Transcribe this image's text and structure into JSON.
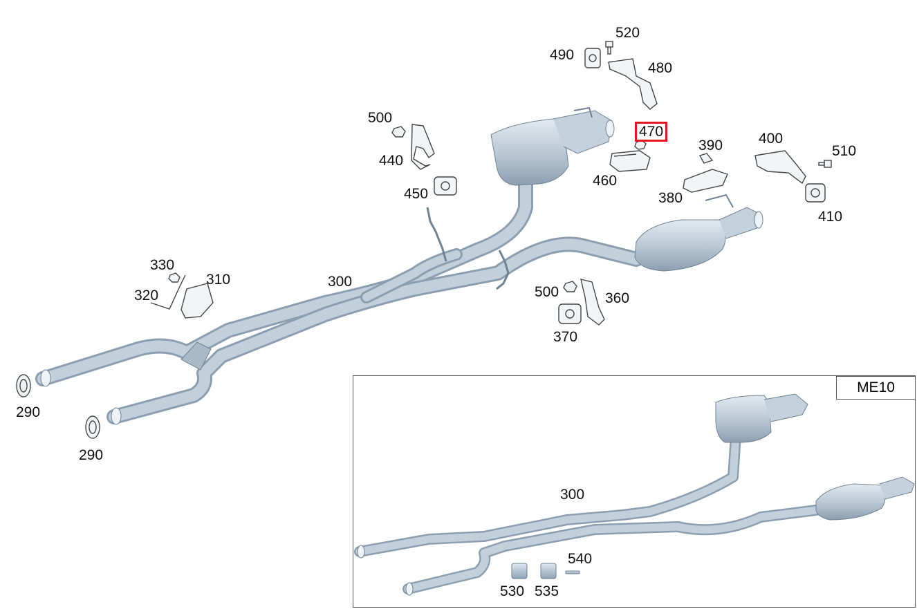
{
  "highlighted_part": "470",
  "inset": {
    "variant_label": "ME10"
  },
  "labels": {
    "p520": "520",
    "p490": "490",
    "p480": "480",
    "p470": "470",
    "p500a": "500",
    "p440": "440",
    "p450": "450",
    "p390": "390",
    "p400": "400",
    "p510": "510",
    "p460": "460",
    "p380": "380",
    "p410": "410",
    "p330": "330",
    "p310": "310",
    "p320": "320",
    "p300": "300",
    "p500b": "500",
    "p360": "360",
    "p370": "370",
    "p290a": "290",
    "p290b": "290",
    "p300_inset": "300",
    "p540": "540",
    "p530": "530",
    "p535": "535"
  },
  "colors": {
    "pipe": "#b9c8d6",
    "pipe_dark": "#8fa2b4",
    "outline": "#555555",
    "highlight": "#e8141c"
  }
}
